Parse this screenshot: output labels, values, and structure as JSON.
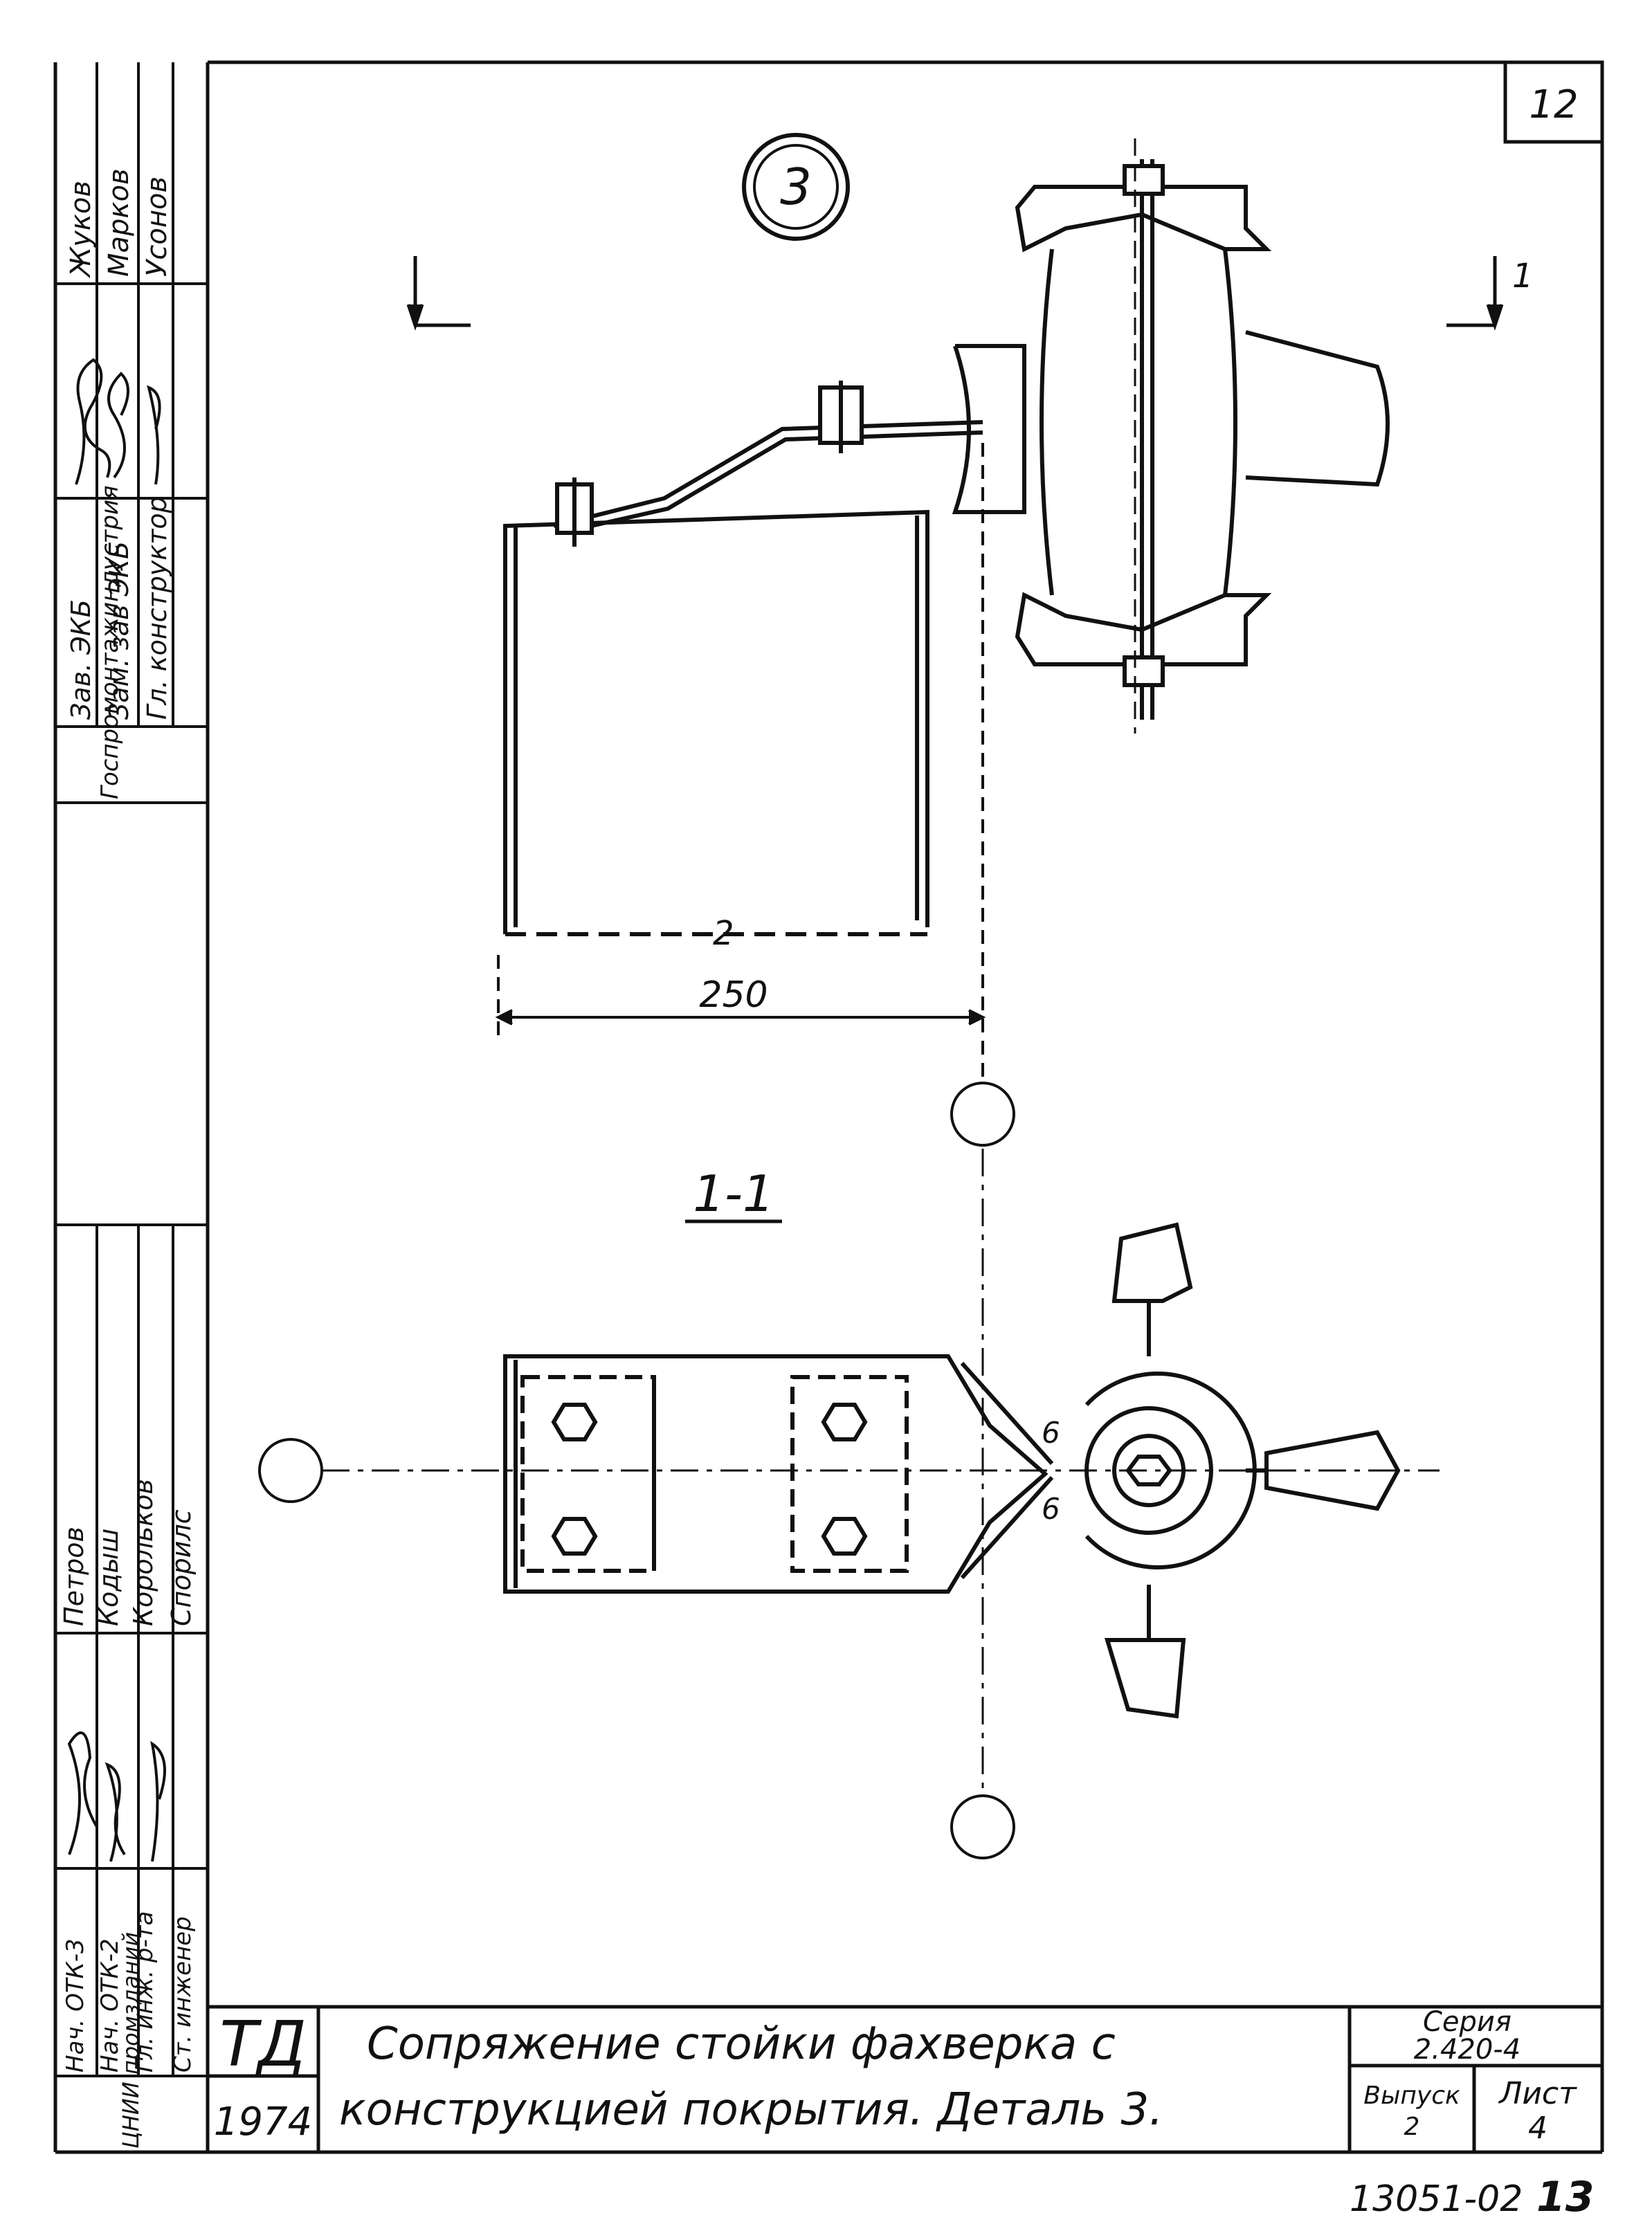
{
  "sheet_number": "12",
  "detail_marker": "3",
  "section_arrow_label": "1",
  "section_title": "1-1",
  "dimension": "250",
  "part_mark": "2",
  "weld_labels": [
    "6",
    "6"
  ],
  "sidebar_top": {
    "roles": [
      "Зав. ЭКБ",
      "Зам. зав ЭКБ",
      "Гл. конструктор"
    ],
    "names": [
      "Жуков",
      "Марков",
      "Усонов"
    ],
    "org": "Госпромонтажиндустрия"
  },
  "sidebar_bottom": {
    "roles": [
      "Нач. ОТК-3",
      "Нач. ОТК-2",
      "Гл. инж. р-та",
      "Ст. инженер"
    ],
    "names": [
      "Петров",
      "Кодыш",
      "Корольков",
      "Спорилс"
    ],
    "org": "ЦНИИ промзданий"
  },
  "title_block": {
    "org_mark": "ТД",
    "year": "1974",
    "title_line1": "Сопряжение стойки фахверка с",
    "title_line2": "конструкцией покрытия. Деталь 3.",
    "series_label": "Серия",
    "series_value": "2.420-4",
    "issue_label": "Выпуск",
    "issue_value": "2",
    "sheet_label": "Лист",
    "sheet_value": "4"
  },
  "footer": {
    "code": "13051-02",
    "page": "13"
  }
}
